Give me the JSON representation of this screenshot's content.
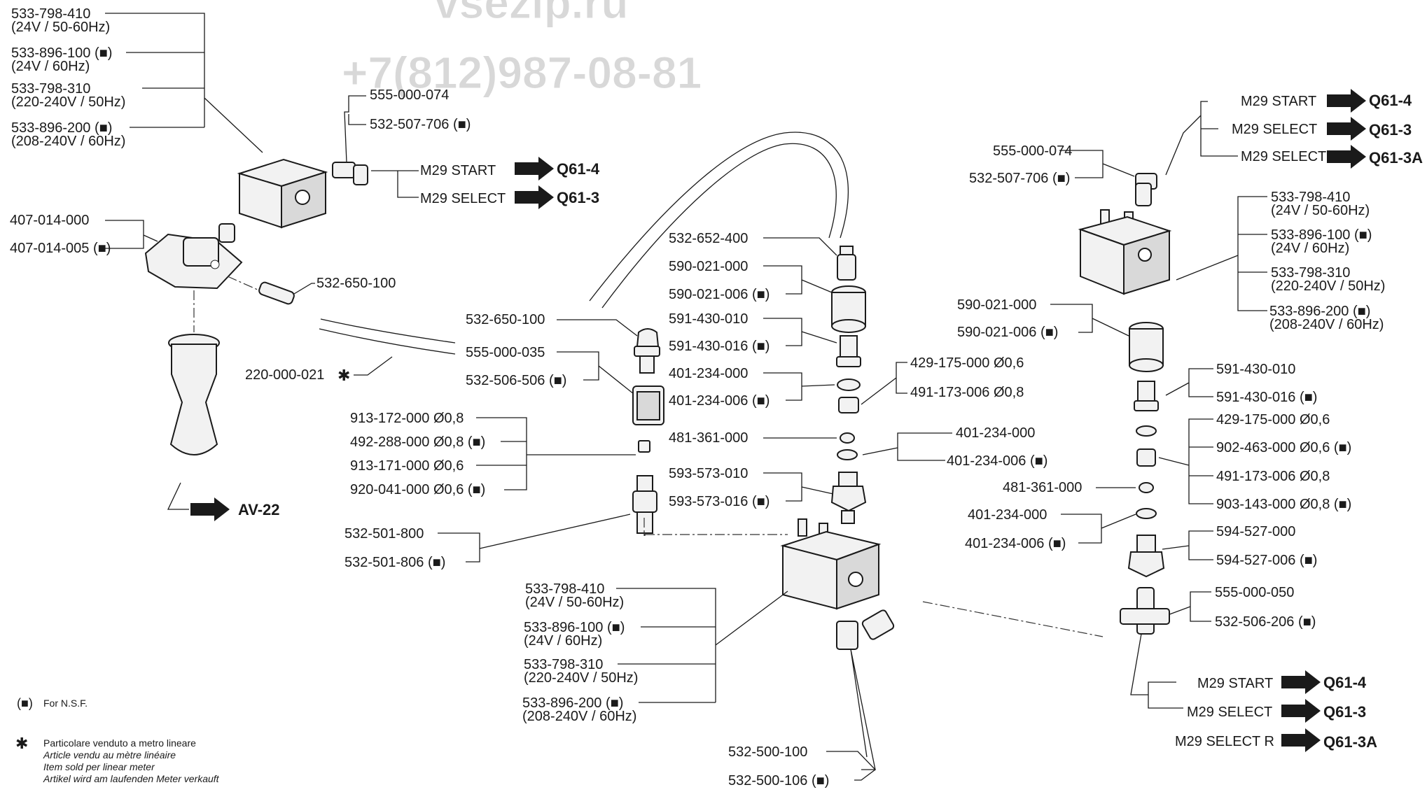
{
  "watermark": {
    "site": "vsezip.ru",
    "phone": "+7(812)987-08-81"
  },
  "left_group": {
    "coil_labels": [
      {
        "code": "533-798-410",
        "spec": "(24V / 50-60Hz)"
      },
      {
        "code": "533-896-100 (■)",
        "spec": "(24V / 60Hz)"
      },
      {
        "code": "533-798-310",
        "spec": "(220-240V / 50Hz)"
      },
      {
        "code": "533-896-200 (■)",
        "spec": "(208-240V / 60Hz)"
      }
    ],
    "elbow_labels": [
      "555-000-074",
      "532-507-706 (■)"
    ],
    "arrows": [
      {
        "label": "M29 START",
        "target": "Q61-4"
      },
      {
        "label": "M29 SELECT",
        "target": "Q61-3"
      }
    ],
    "body_labels": [
      "407-014-000",
      "407-014-005 (■)"
    ],
    "nozzle_label": "532-650-100",
    "hose_label": "220-000-021",
    "av_target": "AV-22"
  },
  "center_group": {
    "adapter_label": "532-650-100",
    "nut_labels": [
      "555-000-035",
      "532-506-506 (■)"
    ],
    "jet_labels": [
      "913-172-000 Ø0,8",
      "492-288-000 Ø0,8 (■)",
      "913-171-000 Ø0,6",
      "920-041-000 Ø0,6 (■)"
    ],
    "fitting_labels": [
      "532-501-800",
      "532-501-806 (■)"
    ],
    "tube_label": "532-652-400",
    "stack_labels": [
      "590-021-000",
      "590-021-006 (■)",
      "591-430-010",
      "591-430-016 (■)",
      "401-234-000",
      "401-234-006 (■)",
      "481-361-000",
      "593-573-010",
      "593-573-016 (■)"
    ],
    "gicleur_labels": [
      "429-175-000 Ø0,6",
      "491-173-006 Ø0,8"
    ],
    "washer_labels": [
      "401-234-000",
      "401-234-006 (■)"
    ],
    "coil_labels": [
      {
        "code": "533-798-410",
        "spec": "(24V / 50-60Hz)"
      },
      {
        "code": "533-896-100 (■)",
        "spec": "(24V / 60Hz)"
      },
      {
        "code": "533-798-310",
        "spec": "(220-240V / 50Hz)"
      },
      {
        "code": "533-896-200 (■)",
        "spec": "(208-240V / 60Hz)"
      }
    ],
    "elbow_labels": [
      "532-500-100",
      "532-500-106 (■)"
    ]
  },
  "right_group": {
    "arrows": [
      {
        "label": "M29 START",
        "target": "Q61-4"
      },
      {
        "label": "M29 SELECT",
        "target": "Q61-3"
      },
      {
        "label": "M29 SELECT R",
        "target": "Q61-3A"
      }
    ],
    "elbow_labels": [
      "555-000-074",
      "532-507-706 (■)"
    ],
    "coil_labels": [
      {
        "code": "533-798-410",
        "spec": "(24V / 50-60Hz)"
      },
      {
        "code": "533-896-100 (■)",
        "spec": "(24V / 60Hz)"
      },
      {
        "code": "533-798-310",
        "spec": "(220-240V / 50Hz)"
      },
      {
        "code": "533-896-200 (■)",
        "spec": "(208-240V / 60Hz)"
      }
    ],
    "nut_labels": [
      "590-021-000",
      "590-021-006 (■)"
    ],
    "fitting_labels": [
      "591-430-010",
      "591-430-016 (■)"
    ],
    "jet_labels": [
      "429-175-000 Ø0,6",
      "902-463-000 Ø0,6 (■)",
      "491-173-006 Ø0,8",
      "903-143-000 Ø0,8 (■)"
    ],
    "washer_a_labels": [
      "401-234-000",
      "401-234-006 (■)"
    ],
    "gasket_label": "481-361-000",
    "washer_b_labels": [
      "401-234-000",
      "401-234-006 (■)"
    ],
    "valve_labels": [
      "594-527-000",
      "594-527-006 (■)"
    ],
    "tee_labels": [
      "555-000-050",
      "532-506-206 (■)"
    ],
    "bottom_arrows": [
      {
        "label": "M29 START",
        "target": "Q61-4"
      },
      {
        "label": "M29 SELECT",
        "target": "Q61-3"
      },
      {
        "label": "M29 SELECT R",
        "target": "Q61-3A"
      }
    ]
  },
  "legend": {
    "nsf_symbol": "(■)",
    "nsf_text": "For N.S.F.",
    "star_symbol": "✱",
    "star_lines": [
      "Particolare venduto a metro lineare",
      "Article vendu au mètre linéaire",
      "Item sold per linear meter",
      "Artikel wird am laufenden Meter verkauft"
    ]
  }
}
